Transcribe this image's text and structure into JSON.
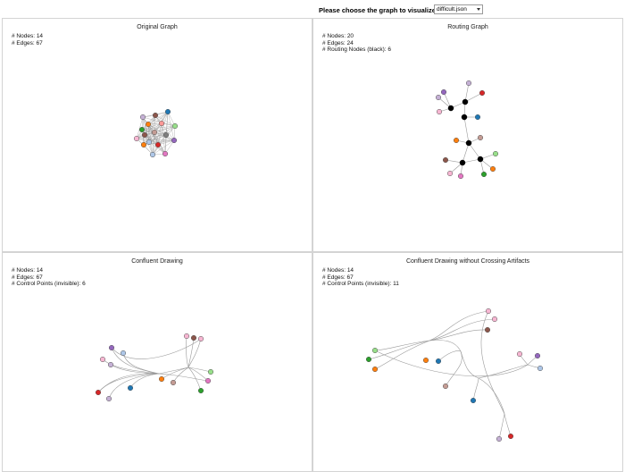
{
  "header": {
    "prompt": "Please choose the graph to visualize",
    "select_value": "difficult.json"
  },
  "panels": {
    "original": {
      "title": "Original Graph",
      "stats": [
        "# Nodes: 14",
        "# Edges: 67"
      ]
    },
    "routing": {
      "title": "Routing Graph",
      "stats": [
        "# Nodes: 20",
        "# Edges: 24",
        "# Routing Nodes (black): 6"
      ]
    },
    "confluent": {
      "title": "Confluent Drawing",
      "stats": [
        "# Nodes: 14",
        "# Edges: 67",
        "# Control Points (invisible): 6"
      ]
    },
    "crossing": {
      "title": "Confluent Drawing without Crossing Artifacts",
      "stats": [
        "# Nodes: 14",
        "# Edges: 67",
        "# Control Points (invisible): 11"
      ]
    }
  },
  "colors": {
    "border": "#d4d4d4",
    "edge": "#9a9a9a",
    "routing_node": "#000000",
    "node_palette": [
      "#1f77b4",
      "#ff7f0e",
      "#2ca02c",
      "#d62728",
      "#9467bd",
      "#8c564b",
      "#e377c2",
      "#7f7f7f",
      "#98df8a",
      "#aec7e8",
      "#c5b0d5",
      "#f7b6d2",
      "#ff9896",
      "#c49c94"
    ]
  }
}
